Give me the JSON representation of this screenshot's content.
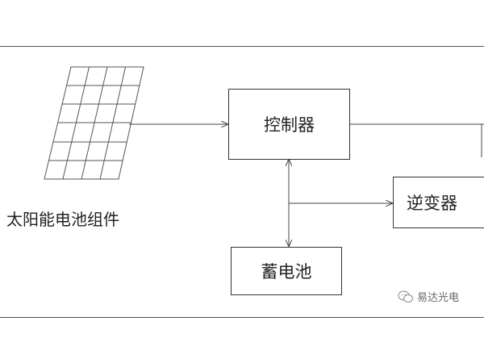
{
  "diagram": {
    "nodes": {
      "solar_panel_label": "太阳能电池组件",
      "controller": "控制器",
      "inverter": "逆变器",
      "battery": "蓄电池"
    },
    "edges": [
      {
        "from": "solar_panel",
        "to": "controller"
      },
      {
        "from": "controller",
        "to": "battery",
        "bidirectional": true
      },
      {
        "from": "controller",
        "to": "inverter"
      },
      {
        "from": "controller",
        "to": "offscreen-right"
      }
    ]
  },
  "watermark": {
    "icon": "wechat-icon",
    "text": "易达光电"
  },
  "colors": {
    "line": "#444444",
    "box_border": "#333333",
    "background": "#ffffff"
  }
}
